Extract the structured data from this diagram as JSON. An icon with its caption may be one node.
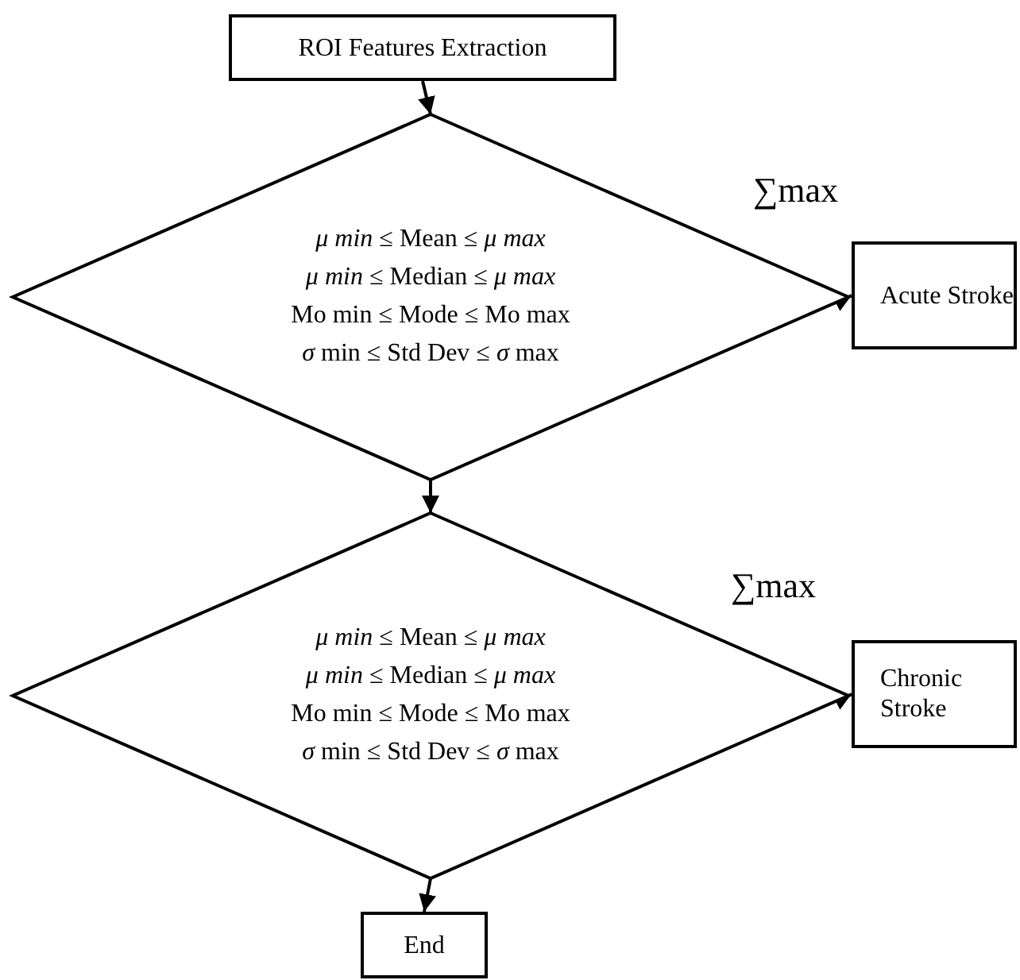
{
  "diagram": {
    "nodes": [
      {
        "text": [
          "ROI Features Extraction"
        ]
      },
      {
        "text": [
          "*μ min* ≤ Mean ≤ *μ max*",
          "*μ min* ≤ Median ≤ *μ max*",
          "Mo min ≤ Mode ≤ Mo max",
          "*σ* min ≤ Std Dev ≤ *σ* max"
        ]
      },
      {
        "text": [
          "Acute Stroke"
        ]
      },
      {
        "text": [
          "*μ min* ≤ Mean ≤ *μ max*",
          "*μ min* ≤ Median ≤ *μ max*",
          "Mo min ≤ Mode ≤ Mo max",
          "*σ* min ≤ Std Dev ≤ *σ* max"
        ]
      },
      {
        "text": [
          "Chronic Stroke"
        ]
      },
      {
        "text": [
          "End"
        ]
      }
    ],
    "edges": [
      {
        "from": 0,
        "to": 1,
        "arrow": "to"
      },
      {
        "from": 1,
        "to": 2,
        "arrow": "to",
        "label": "∑max"
      },
      {
        "from": 1,
        "to": 3,
        "arrow": "to"
      },
      {
        "from": 3,
        "to": 4,
        "arrow": "to",
        "label": "∑max"
      },
      {
        "from": 3,
        "to": 5,
        "arrow": "to"
      }
    ]
  }
}
